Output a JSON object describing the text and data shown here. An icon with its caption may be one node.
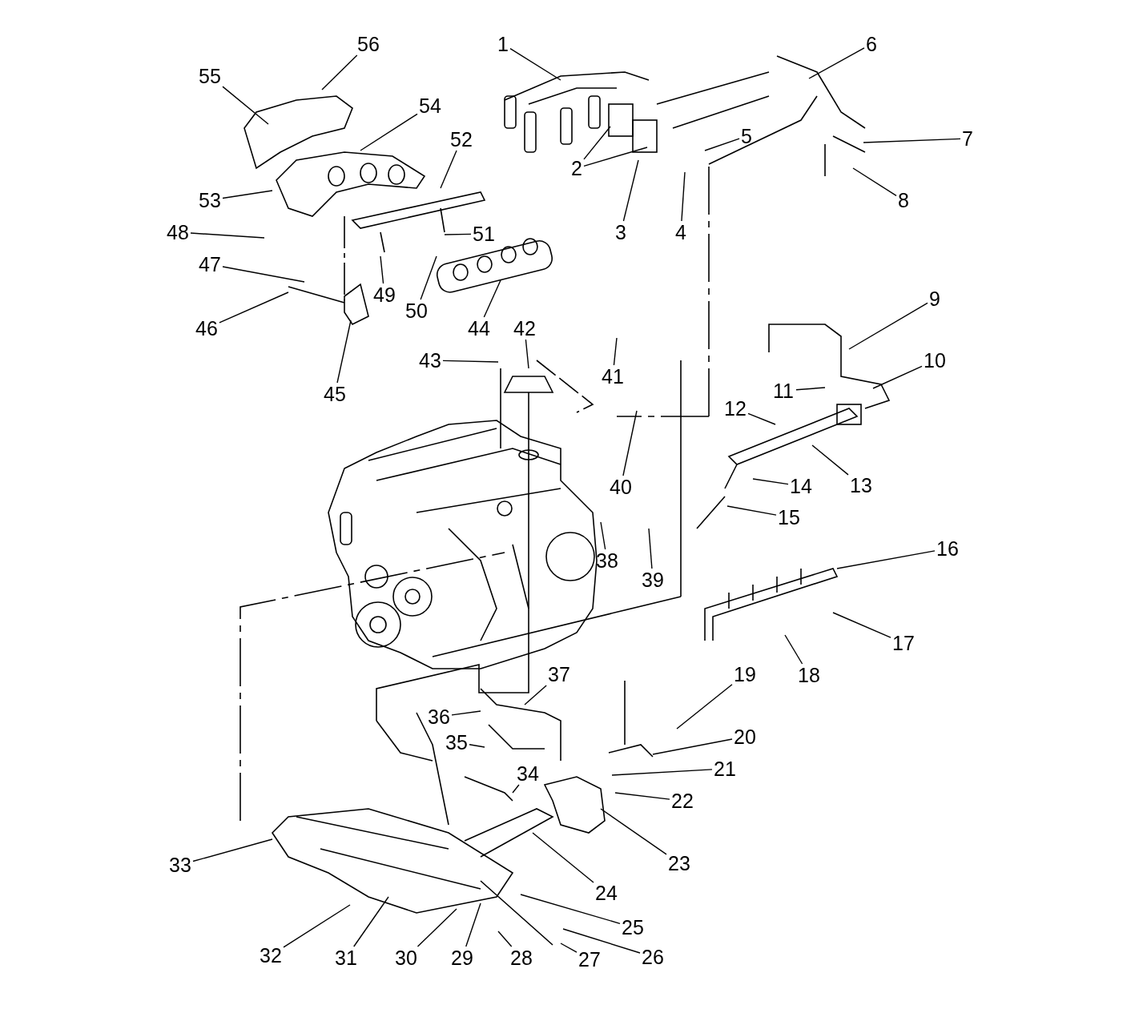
{
  "diagram": {
    "nodes": [
      {
        "text": [
          "1"
        ]
      },
      {
        "text": [
          "2"
        ]
      },
      {
        "text": [
          "3"
        ]
      },
      {
        "text": [
          "4"
        ]
      },
      {
        "text": [
          "5"
        ]
      },
      {
        "text": [
          "6"
        ]
      },
      {
        "text": [
          "7"
        ]
      },
      {
        "text": [
          "8"
        ]
      },
      {
        "text": [
          "9"
        ]
      },
      {
        "text": [
          "10"
        ]
      },
      {
        "text": [
          "11"
        ]
      },
      {
        "text": [
          "12"
        ]
      },
      {
        "text": [
          "13"
        ]
      },
      {
        "text": [
          "14"
        ]
      },
      {
        "text": [
          "15"
        ]
      },
      {
        "text": [
          "16"
        ]
      },
      {
        "text": [
          "17"
        ]
      },
      {
        "text": [
          "18"
        ]
      },
      {
        "text": [
          "19"
        ]
      },
      {
        "text": [
          "20"
        ]
      },
      {
        "text": [
          "21"
        ]
      },
      {
        "text": [
          "22"
        ]
      },
      {
        "text": [
          "23"
        ]
      },
      {
        "text": [
          "24"
        ]
      },
      {
        "text": [
          "25"
        ]
      },
      {
        "text": [
          "26"
        ]
      },
      {
        "text": [
          "27"
        ]
      },
      {
        "text": [
          "28"
        ]
      },
      {
        "text": [
          "29"
        ]
      },
      {
        "text": [
          "30"
        ]
      },
      {
        "text": [
          "31"
        ]
      },
      {
        "text": [
          "32"
        ]
      },
      {
        "text": [
          "33"
        ]
      },
      {
        "text": [
          "34"
        ]
      },
      {
        "text": [
          "35"
        ]
      },
      {
        "text": [
          "36"
        ]
      },
      {
        "text": [
          "37"
        ]
      },
      {
        "text": [
          "38"
        ]
      },
      {
        "text": [
          "39"
        ]
      },
      {
        "text": [
          "40"
        ]
      },
      {
        "text": [
          "41"
        ]
      },
      {
        "text": [
          "42"
        ]
      },
      {
        "text": [
          "43"
        ]
      },
      {
        "text": [
          "44"
        ]
      },
      {
        "text": [
          "45"
        ]
      },
      {
        "text": [
          "46"
        ]
      },
      {
        "text": [
          "47"
        ]
      },
      {
        "text": [
          "48"
        ]
      },
      {
        "text": [
          "49"
        ]
      },
      {
        "text": [
          "50"
        ]
      },
      {
        "text": [
          "51"
        ]
      },
      {
        "text": [
          "52"
        ]
      },
      {
        "text": [
          "53"
        ]
      },
      {
        "text": [
          "54"
        ]
      },
      {
        "text": [
          "55"
        ]
      },
      {
        "text": [
          "56"
        ]
      }
    ],
    "edges": [
      {
        "from": 0,
        "to": null,
        "arrow": "none"
      },
      {
        "from": 1,
        "to": null,
        "arrow": "none"
      },
      {
        "from": 1,
        "to": null,
        "arrow": "none"
      },
      {
        "from": 2,
        "to": null,
        "arrow": "none"
      },
      {
        "from": 3,
        "to": null,
        "arrow": "none"
      },
      {
        "from": 4,
        "to": null,
        "arrow": "none"
      },
      {
        "from": 5,
        "to": null,
        "arrow": "none"
      },
      {
        "from": 6,
        "to": null,
        "arrow": "none"
      },
      {
        "from": 7,
        "to": null,
        "arrow": "none"
      },
      {
        "from": 8,
        "to": null,
        "arrow": "none"
      },
      {
        "from": 9,
        "to": null,
        "arrow": "none"
      },
      {
        "from": 10,
        "to": null,
        "arrow": "none"
      },
      {
        "from": 11,
        "to": null,
        "arrow": "none"
      },
      {
        "from": 12,
        "to": null,
        "arrow": "none"
      },
      {
        "from": 13,
        "to": null,
        "arrow": "none"
      },
      {
        "from": 14,
        "to": null,
        "arrow": "none"
      },
      {
        "from": 15,
        "to": null,
        "arrow": "none"
      },
      {
        "from": 16,
        "to": null,
        "arrow": "none"
      },
      {
        "from": 17,
        "to": null,
        "arrow": "none"
      },
      {
        "from": 18,
        "to": null,
        "arrow": "none"
      },
      {
        "from": 19,
        "to": null,
        "arrow": "none"
      },
      {
        "from": 20,
        "to": null,
        "arrow": "none"
      },
      {
        "from": 21,
        "to": null,
        "arrow": "none"
      },
      {
        "from": 22,
        "to": null,
        "arrow": "none"
      },
      {
        "from": 23,
        "to": null,
        "arrow": "none"
      },
      {
        "from": 24,
        "to": null,
        "arrow": "none"
      },
      {
        "from": 25,
        "to": null,
        "arrow": "none"
      },
      {
        "from": 26,
        "to": null,
        "arrow": "none"
      },
      {
        "from": 27,
        "to": null,
        "arrow": "none"
      },
      {
        "from": 28,
        "to": null,
        "arrow": "none"
      },
      {
        "from": 29,
        "to": null,
        "arrow": "none"
      },
      {
        "from": 30,
        "to": null,
        "arrow": "none"
      },
      {
        "from": 31,
        "to": null,
        "arrow": "none"
      },
      {
        "from": 32,
        "to": null,
        "arrow": "none"
      },
      {
        "from": 33,
        "to": null,
        "arrow": "none"
      },
      {
        "from": 34,
        "to": null,
        "arrow": "none"
      },
      {
        "from": 35,
        "to": null,
        "arrow": "none"
      },
      {
        "from": 36,
        "to": null,
        "arrow": "none"
      },
      {
        "from": 37,
        "to": null,
        "arrow": "none"
      },
      {
        "from": 38,
        "to": null,
        "arrow": "none"
      },
      {
        "from": 39,
        "to": null,
        "arrow": "none"
      },
      {
        "from": 40,
        "to": null,
        "arrow": "none"
      },
      {
        "from": 41,
        "to": null,
        "arrow": "none"
      },
      {
        "from": 42,
        "to": null,
        "arrow": "none"
      },
      {
        "from": 43,
        "to": null,
        "arrow": "none"
      },
      {
        "from": 44,
        "to": null,
        "arrow": "none"
      },
      {
        "from": 45,
        "to": null,
        "arrow": "none"
      },
      {
        "from": 46,
        "to": null,
        "arrow": "none"
      },
      {
        "from": 47,
        "to": null,
        "arrow": "none"
      },
      {
        "from": 48,
        "to": null,
        "arrow": "none"
      },
      {
        "from": 49,
        "to": null,
        "arrow": "none"
      },
      {
        "from": 50,
        "to": null,
        "arrow": "none"
      },
      {
        "from": 51,
        "to": null,
        "arrow": "none"
      },
      {
        "from": 52,
        "to": null,
        "arrow": "none"
      },
      {
        "from": 53,
        "to": null,
        "arrow": "none"
      },
      {
        "from": 54,
        "to": null,
        "arrow": "none"
      },
      {
        "from": 55,
        "to": null,
        "arrow": "none"
      }
    ]
  }
}
